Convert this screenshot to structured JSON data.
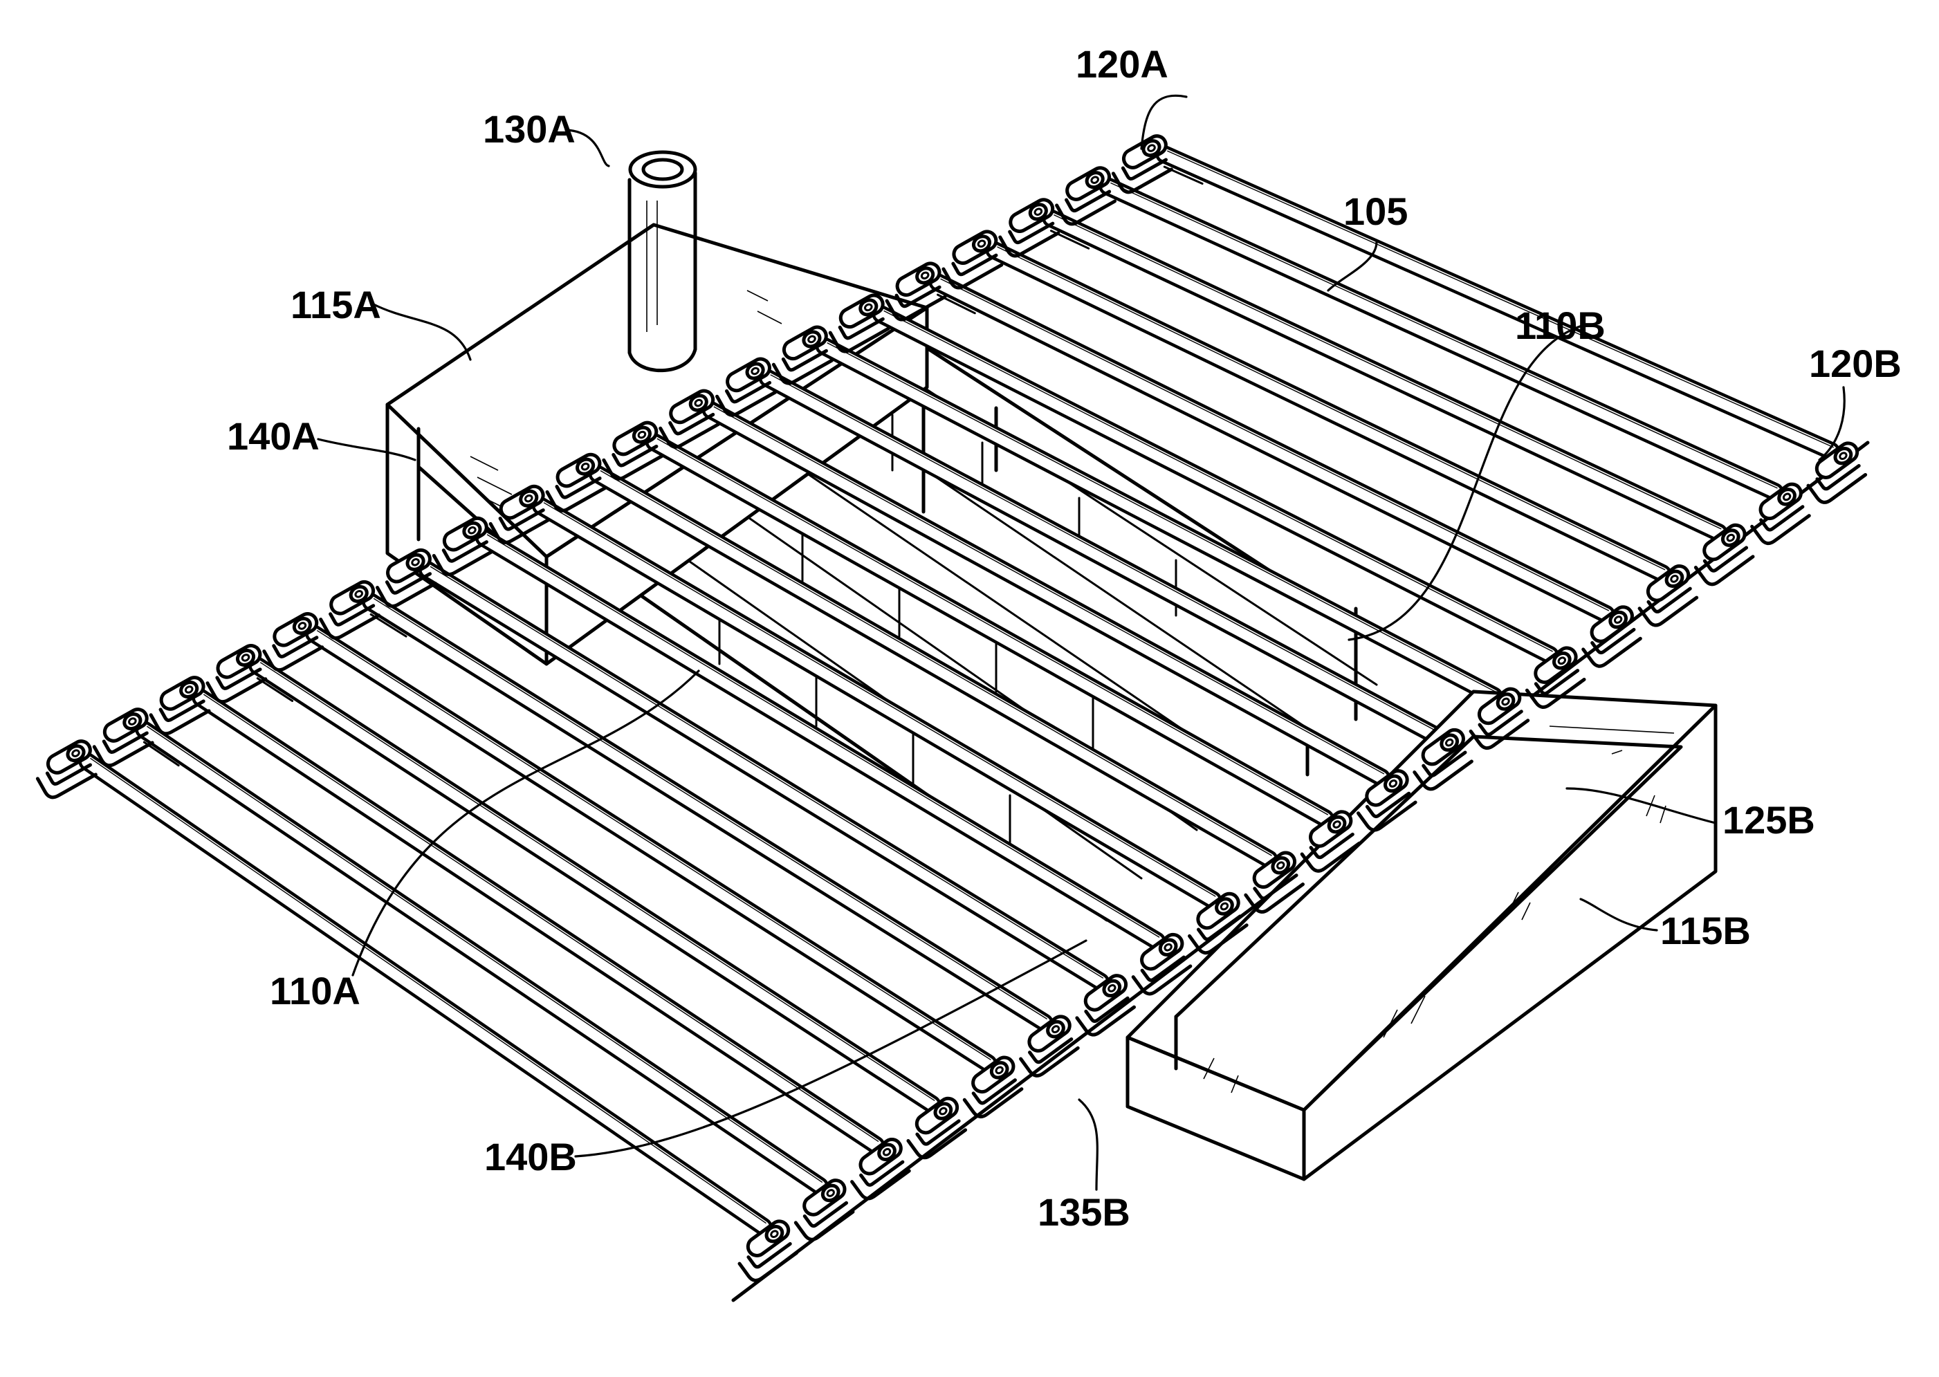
{
  "labels": {
    "l120A": "120A",
    "l130A": "130A",
    "l105": "105",
    "l115A": "115A",
    "l110B": "110B",
    "l120B": "120B",
    "l140A": "140A",
    "l125B": "125B",
    "l115B": "115B",
    "l110A": "110A",
    "l140B": "140B",
    "l135B": "135B"
  }
}
